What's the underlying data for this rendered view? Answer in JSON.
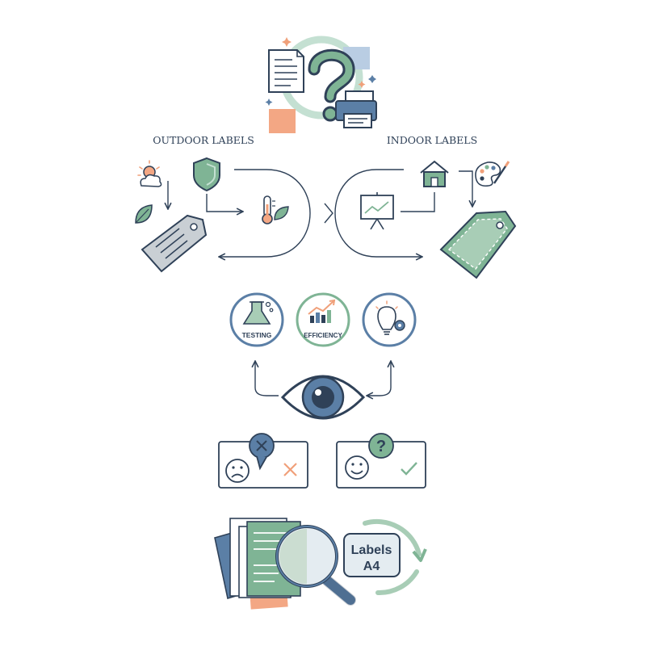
{
  "headings": {
    "outdoor": "OUTDOOR LABELS",
    "indoor": "INDOOR LABELS"
  },
  "circles": [
    {
      "label": "TESTING",
      "icon": "flask-icon"
    },
    {
      "label": "EFFICIENCY",
      "icon": "growth-chart-icon"
    },
    {
      "label": "",
      "icon": "lightbulb-gear-icon"
    }
  ],
  "bottom_badge": {
    "line1": "Labels",
    "line2": "A4"
  },
  "colors": {
    "navy": "#2f4158",
    "green": "#7fb495",
    "green_light": "#a8cdb6",
    "blue": "#5b7fa6",
    "blue_light": "#a9c2dc",
    "orange": "#f0a07a",
    "gray": "#c9cfd4"
  },
  "icons": {
    "top": [
      "document-icon",
      "question-mark-icon",
      "printer-icon"
    ],
    "outdoor": [
      "sun-cloud-icon",
      "leaf-icon",
      "shield-icon",
      "thermometer-icon",
      "gray-tag-icon"
    ],
    "indoor": [
      "house-icon",
      "palette-icon",
      "presentation-board-icon",
      "green-tag-icon"
    ],
    "center": [
      "eye-icon"
    ],
    "feedback": [
      "sad-face-icon",
      "x-mark-icon",
      "happy-face-icon",
      "check-mark-icon"
    ],
    "bottom": [
      "papers-icon",
      "magnifier-icon",
      "cycle-arrow-icon"
    ]
  }
}
